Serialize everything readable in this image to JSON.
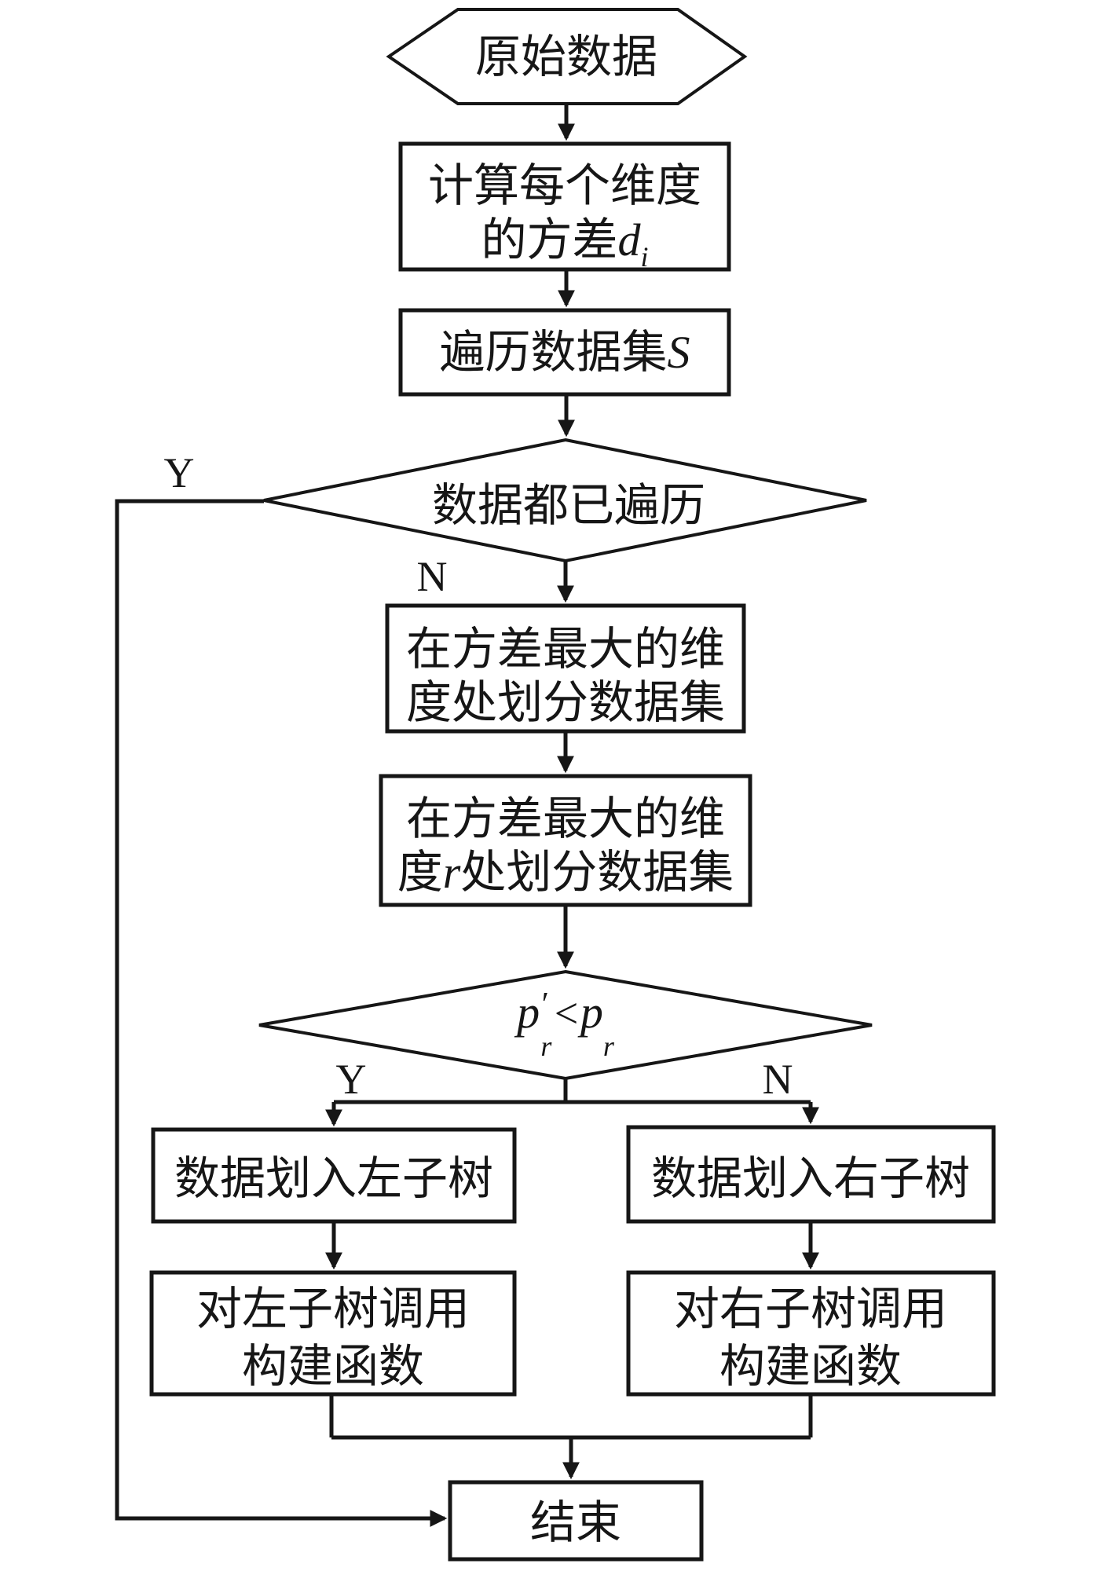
{
  "flowchart": {
    "title_hint": "kd-tree-construction-flowchart",
    "colors": {
      "stroke": "#161616",
      "text": "#161616",
      "background": "#ffffff"
    },
    "nodes": {
      "start": {
        "label": "原始数据"
      },
      "calc_variance": {
        "line1": "计算每个维度",
        "line2_prefix": "的方差",
        "var_main": "d",
        "var_sub": "i"
      },
      "traverse": {
        "prefix": "遍历数据集",
        "var": "S"
      },
      "check_traversed": {
        "label": "数据都已遍历"
      },
      "split_dim": {
        "line1": "在方差最大的维",
        "line2": "度处划分数据集"
      },
      "split_dim_r": {
        "line1": "在方差最大的维",
        "line2_pre": "度",
        "line2_var": "r",
        "line2_post": "处划分数据集"
      },
      "compare": {
        "lhs": "p",
        "prime": "′",
        "lhs_sub": "r",
        "op": "<",
        "rhs": "p",
        "rhs_sub": "r"
      },
      "assign_left": {
        "label": "数据划入左子树"
      },
      "assign_right": {
        "label": "数据划入右子树"
      },
      "recurse_left": {
        "line1": "对左子树调用",
        "line2": "构建函数"
      },
      "recurse_right": {
        "line1": "对右子树调用",
        "line2": "构建函数"
      },
      "end": {
        "label": "结束"
      }
    },
    "branch_labels": {
      "traversed_yes": "Y",
      "traversed_no": "N",
      "compare_yes": "Y",
      "compare_no": "N"
    }
  }
}
